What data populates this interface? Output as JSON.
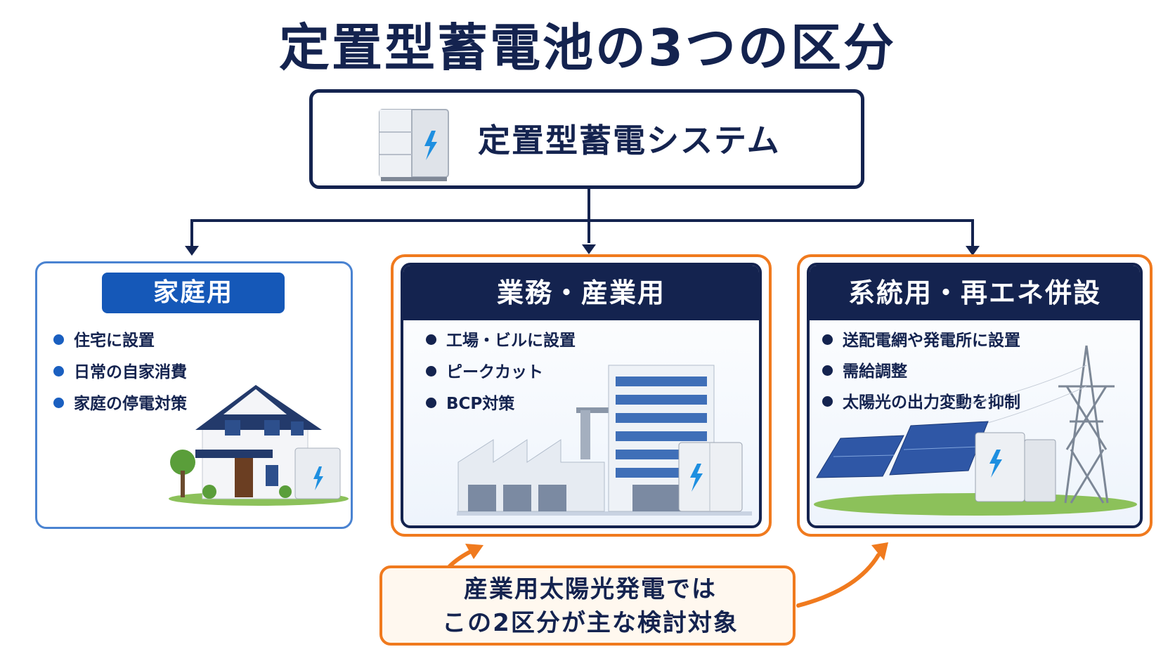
{
  "title": "定置型蓄電池の3つの区分",
  "root": {
    "label": "定置型蓄電システム"
  },
  "categories": [
    {
      "heading": "家庭用",
      "bullets": [
        "住宅に設置",
        "日常の自家消費",
        "家庭の停電対策"
      ]
    },
    {
      "heading": "業務・産業用",
      "bullets": [
        "工場・ビルに設置",
        "ピークカット",
        "BCP対策"
      ]
    },
    {
      "heading": "系統用・再エネ併設",
      "bullets": [
        "送配電網や発電所に設置",
        "需給調整",
        "太陽光の出力変動を抑制"
      ]
    }
  ],
  "note": {
    "line1": "産業用太陽光発電では",
    "line2": "この2区分が主な検討対象"
  },
  "colors": {
    "navy": "#14234f",
    "blue": "#1558b8",
    "orange": "#f07a1e"
  }
}
